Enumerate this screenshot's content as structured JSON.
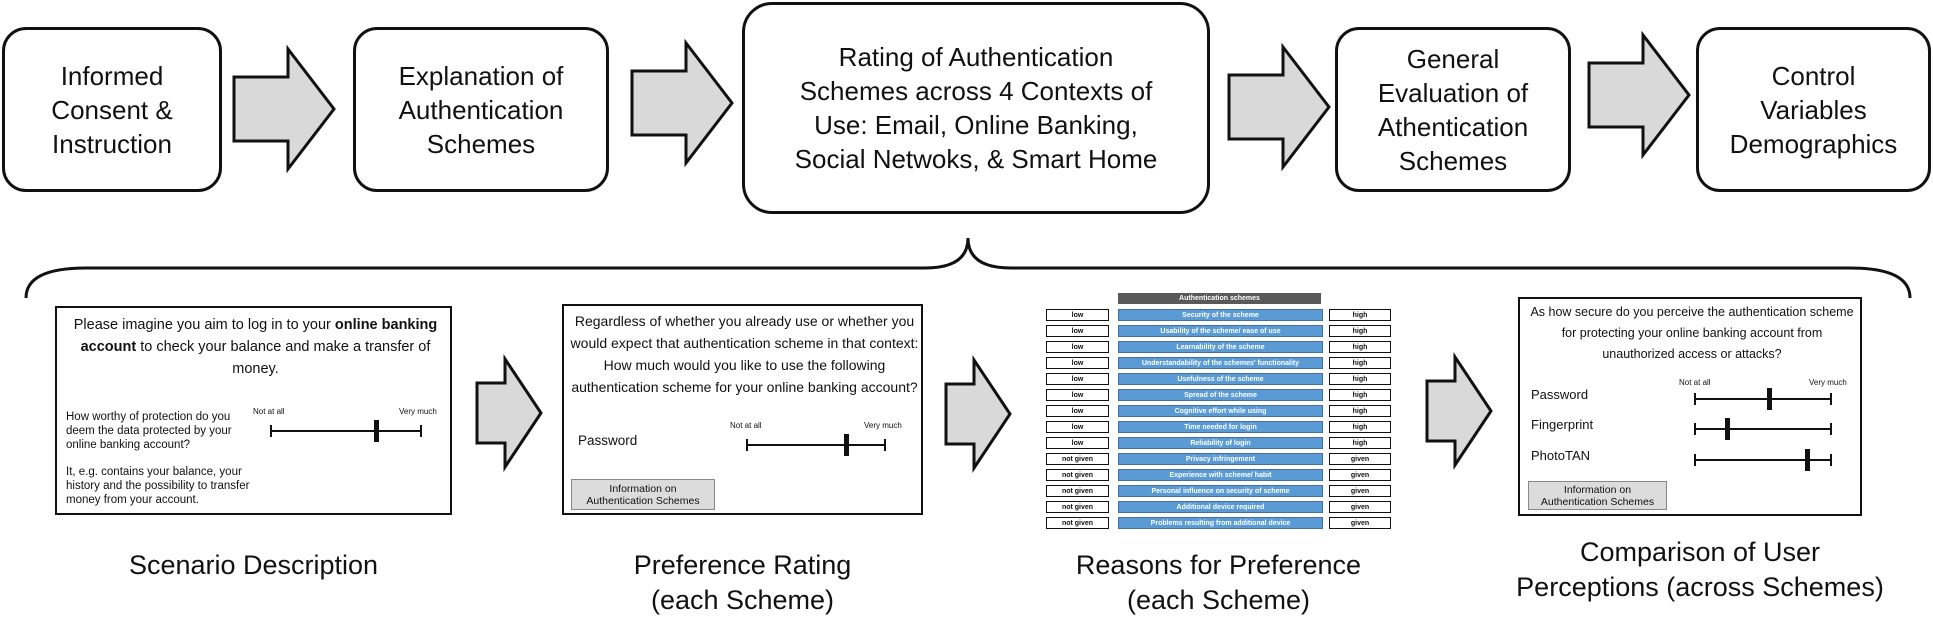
{
  "flow": {
    "steps": [
      "Informed\nConsent &\nInstruction",
      "Explanation of\nAuthentication\nSchemes",
      "Rating of Authentication\nSchemes across 4 Contexts of\nUse: Email, Online Banking,\nSocial Netwoks, & Smart Home",
      "General\nEvaluation of\nAthentication\nSchemes",
      "Control\nVariables\nDemographics"
    ]
  },
  "panel1": {
    "intro_before": "Please imagine you aim to log in to your ",
    "intro_bold": "online banking account",
    "intro_after": " to check your balance and make a transfer of money.",
    "question": "How worthy of protection do you deem the data protected by your online banking account?",
    "note": "It, e.g. contains your balance, your history and the possibility to transfer money from your account.",
    "scale_low": "Not at all",
    "scale_high": "Very much",
    "rating": 0.7,
    "caption": "Scenario Description"
  },
  "panel2": {
    "question": "Regardless of whether you already use or whether you would expect that authentication scheme in that context: How much would you like to use the following authentication scheme for your online banking account?",
    "item": "Password",
    "scale_low": "Not at all",
    "scale_high": "Very much",
    "rating": 0.72,
    "button": "Information on\nAuthentication Schemes",
    "caption": "Preference Rating\n(each Scheme)"
  },
  "panel3": {
    "header": "Authentication schemes",
    "rows": [
      {
        "left": "low",
        "label": "Security of the scheme",
        "right": "high"
      },
      {
        "left": "low",
        "label": "Usability of the scheme/ ease of use",
        "right": "high"
      },
      {
        "left": "low",
        "label": "Learnability of the scheme",
        "right": "high"
      },
      {
        "left": "low",
        "label": "Understandability of the schemes' functionality",
        "right": "high"
      },
      {
        "left": "low",
        "label": "Usefulness of the scheme",
        "right": "high"
      },
      {
        "left": "low",
        "label": "Spread of the scheme",
        "right": "high"
      },
      {
        "left": "low",
        "label": "Cognitive effort while using",
        "right": "high"
      },
      {
        "left": "low",
        "label": "Time needed for login",
        "right": "high"
      },
      {
        "left": "low",
        "label": "Reliability of login",
        "right": "high"
      },
      {
        "left": "not given",
        "label": "Privacy infringement",
        "right": "given"
      },
      {
        "left": "not given",
        "label": "Experience with scheme/ habit",
        "right": "given"
      },
      {
        "left": "not given",
        "label": "Personal influence on security of scheme",
        "right": "given"
      },
      {
        "left": "not given",
        "label": "Additional device required",
        "right": "given"
      },
      {
        "left": "not given",
        "label": "Problems resulting from additional device",
        "right": "given"
      }
    ],
    "caption": "Reasons for Preference\n(each Scheme)"
  },
  "panel4": {
    "question": "As how secure do you perceive the authentication scheme for protecting your online banking account from unauthorized access or attacks?",
    "scale_low": "Not at all",
    "scale_high": "Very much",
    "items": [
      {
        "label": "Password",
        "rating": 0.55
      },
      {
        "label": "Fingerprint",
        "rating": 0.24
      },
      {
        "label": "PhotoTAN",
        "rating": 0.82
      }
    ],
    "button": "Information on\nAuthentication Schemes",
    "caption": "Comparison of User\nPerceptions (across Schemes)"
  }
}
